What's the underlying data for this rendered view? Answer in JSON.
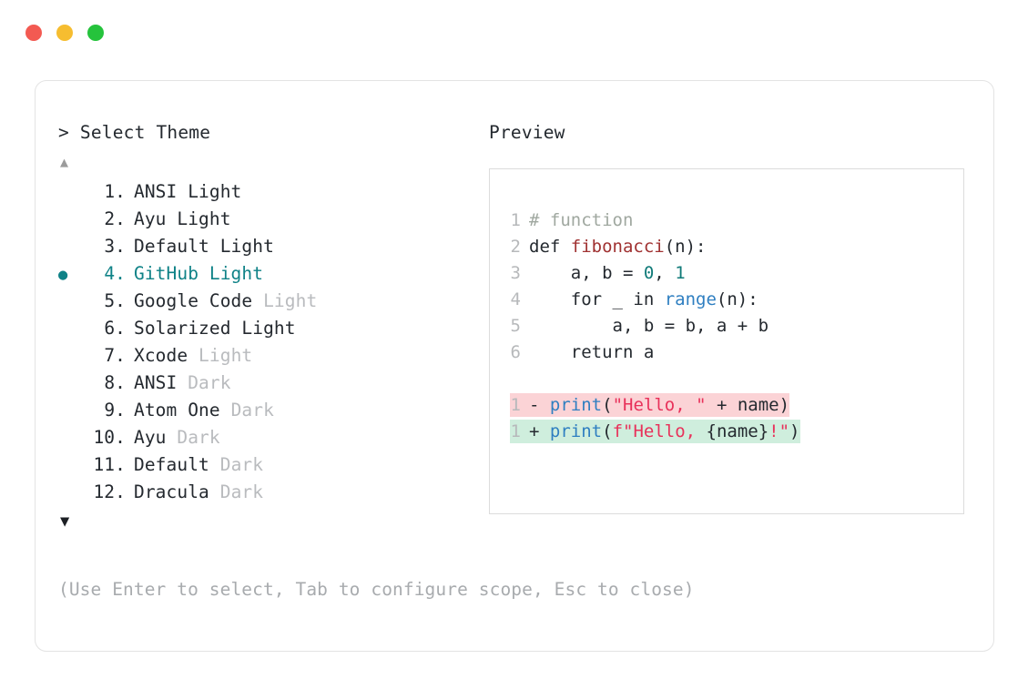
{
  "window": {
    "traffic_lights": [
      {
        "name": "close-button",
        "color": "#f35a52"
      },
      {
        "name": "minimize-button",
        "color": "#f6bd30"
      },
      {
        "name": "maximize-button",
        "color": "#25c33c"
      }
    ]
  },
  "left_panel": {
    "header": "> Select Theme",
    "scroll_up_icon": "▲",
    "scroll_down_icon": "▼",
    "selected_bullet_icon": "●",
    "selected_index": 4,
    "accent_color": "#0f8287",
    "items": [
      {
        "number": "1.",
        "name": "ANSI Light",
        "suffix": "",
        "selected": false
      },
      {
        "number": "2.",
        "name": "Ayu Light",
        "suffix": "",
        "selected": false
      },
      {
        "number": "3.",
        "name": "Default Light",
        "suffix": "",
        "selected": false
      },
      {
        "number": "4.",
        "name": "GitHub Light",
        "suffix": "",
        "selected": true
      },
      {
        "number": "5.",
        "name": "Google Code",
        "suffix": " Light",
        "selected": false
      },
      {
        "number": "6.",
        "name": "Solarized Light",
        "suffix": "",
        "selected": false
      },
      {
        "number": "7.",
        "name": "Xcode",
        "suffix": " Light",
        "selected": false
      },
      {
        "number": "8.",
        "name": "ANSI",
        "suffix": " Dark",
        "selected": false
      },
      {
        "number": "9.",
        "name": "Atom One",
        "suffix": " Dark",
        "selected": false
      },
      {
        "number": "10.",
        "name": "Ayu",
        "suffix": " Dark",
        "selected": false
      },
      {
        "number": "11.",
        "name": "Default",
        "suffix": " Dark",
        "selected": false
      },
      {
        "number": "12.",
        "name": "Dracula",
        "suffix": " Dark",
        "selected": false
      }
    ]
  },
  "right_panel": {
    "header": "Preview",
    "code_lines": [
      {
        "line_number": "1",
        "tokens": [
          {
            "text": "# function",
            "kind": "comment"
          }
        ]
      },
      {
        "line_number": "2",
        "tokens": [
          {
            "text": "def ",
            "kind": "plain"
          },
          {
            "text": "fibonacci",
            "kind": "fn-def"
          },
          {
            "text": "(n):",
            "kind": "plain"
          }
        ]
      },
      {
        "line_number": "3",
        "tokens": [
          {
            "text": "    a, b = ",
            "kind": "plain"
          },
          {
            "text": "0",
            "kind": "num"
          },
          {
            "text": ", ",
            "kind": "plain"
          },
          {
            "text": "1",
            "kind": "num"
          }
        ]
      },
      {
        "line_number": "4",
        "tokens": [
          {
            "text": "    for _ in ",
            "kind": "plain"
          },
          {
            "text": "range",
            "kind": "builtin"
          },
          {
            "text": "(n):",
            "kind": "plain"
          }
        ]
      },
      {
        "line_number": "5",
        "tokens": [
          {
            "text": "        a, b = b, a + b",
            "kind": "plain"
          }
        ]
      },
      {
        "line_number": "6",
        "tokens": [
          {
            "text": "    return a",
            "kind": "plain"
          }
        ]
      }
    ],
    "diff_lines": [
      {
        "line_number": "1",
        "sign": "-",
        "type": "deleted",
        "background": "#fbd3d6",
        "tokens": [
          {
            "text": "print",
            "kind": "builtin"
          },
          {
            "text": "(",
            "kind": "plain"
          },
          {
            "text": "\"Hello, \"",
            "kind": "string"
          },
          {
            "text": " + name)",
            "kind": "plain"
          }
        ]
      },
      {
        "line_number": "1",
        "sign": "+",
        "type": "added",
        "background": "#cfeedd",
        "tokens": [
          {
            "text": "print",
            "kind": "builtin"
          },
          {
            "text": "(",
            "kind": "plain"
          },
          {
            "text": "f\"Hello, ",
            "kind": "string"
          },
          {
            "text": "{name}",
            "kind": "plain"
          },
          {
            "text": "!\"",
            "kind": "string"
          },
          {
            "text": ")",
            "kind": "plain"
          }
        ]
      }
    ]
  },
  "footer": {
    "hint": "(Use Enter to select, Tab to configure scope, Esc to close)"
  }
}
